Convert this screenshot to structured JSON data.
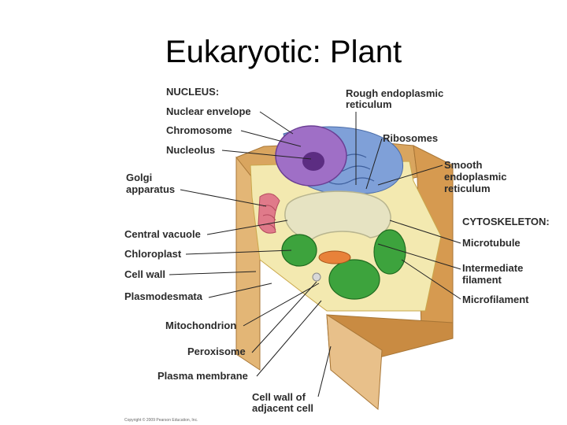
{
  "title": "Eukaryotic: Plant",
  "labels": {
    "nucleus_header": "NUCLEUS:",
    "nuclear_envelope": "Nuclear envelope",
    "chromosome": "Chromosome",
    "nucleolus": "Nucleolus",
    "golgi_1": "Golgi",
    "golgi_2": "apparatus",
    "central_vacuole": "Central vacuole",
    "chloroplast": "Chloroplast",
    "cell_wall": "Cell wall",
    "plasmodesmata": "Plasmodesmata",
    "mitochondrion": "Mitochondrion",
    "peroxisome": "Peroxisome",
    "plasma_membrane": "Plasma membrane",
    "cell_wall_adjacent_1": "Cell wall of",
    "cell_wall_adjacent_2": "adjacent cell",
    "rough_er_1": "Rough endoplasmic",
    "rough_er_2": "reticulum",
    "ribosomes": "Ribosomes",
    "smooth_er_1": "Smooth",
    "smooth_er_2": "endoplasmic",
    "smooth_er_3": "reticulum",
    "cytoskeleton_header": "CYTOSKELETON:",
    "microtubule": "Microtubule",
    "intermediate_1": "Intermediate",
    "intermediate_2": "filament",
    "microfilament": "Microfilament"
  },
  "copyright": "Copyright © 2009 Pearson Education, Inc."
}
